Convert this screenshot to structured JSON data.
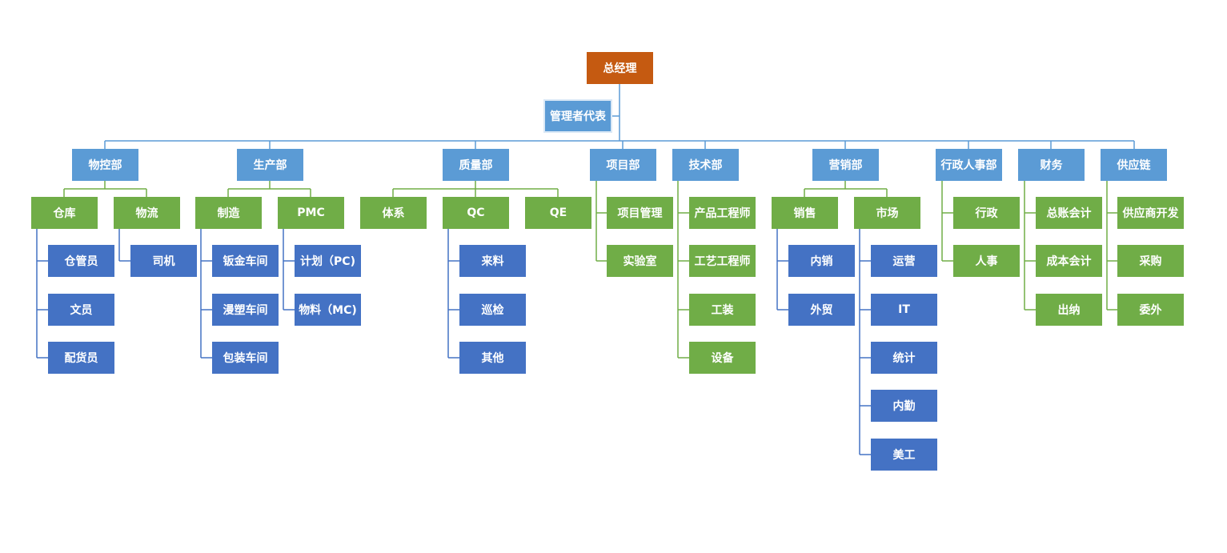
{
  "org": {
    "ceo": "总经理",
    "rep": "管理者代表",
    "depts": {
      "wukong": "物控部",
      "shengchan": "生产部",
      "zhiliang": "质量部",
      "xiangmu": "项目部",
      "jishu": "技术部",
      "yingxiao": "营销部",
      "xingzheng": "行政人事部",
      "caiwu": "财务",
      "gongying": "供应链"
    },
    "wukong": {
      "cangku": "仓库",
      "wuliu": "物流",
      "cangku_items": [
        "仓管员",
        "文员",
        "配货员"
      ],
      "wuliu_items": [
        "司机"
      ]
    },
    "shengchan": {
      "zhizao": "制造",
      "pmc": "PMC",
      "zhizao_items": [
        "钣金车间",
        "漫塑车间",
        "包装车间"
      ],
      "pmc_items": [
        "计划（PC)",
        "物料（MC)"
      ]
    },
    "zhiliang": {
      "tixi": "体系",
      "qc": "QC",
      "qe": "QE",
      "qc_items": [
        "来料",
        "巡检",
        "其他"
      ]
    },
    "xiangmu": {
      "items": [
        "项目管理",
        "实验室"
      ]
    },
    "jishu": {
      "items": [
        "产品工程师",
        "工艺工程师",
        "工装",
        "设备"
      ]
    },
    "yingxiao": {
      "xiaoshou": "销售",
      "shichang": "市场",
      "xiaoshou_items": [
        "内销",
        "外贸"
      ],
      "shichang_items": [
        "运营",
        "IT",
        "统计",
        "内勤",
        "美工"
      ]
    },
    "xingzheng": {
      "items": [
        "行政",
        "人事"
      ]
    },
    "caiwu": {
      "items": [
        "总账会计",
        "成本会计",
        "出纳"
      ]
    },
    "gongying": {
      "items": [
        "供应商开发",
        "采购",
        "委外"
      ]
    }
  },
  "colors": {
    "ceo": "#c55a11",
    "dept": "#5b9bd5",
    "green": "#70ad47",
    "blue": "#4472c4",
    "line_blue": "#5b9bd5",
    "line_green": "#70ad47",
    "line_darkblue": "#4472c4"
  }
}
